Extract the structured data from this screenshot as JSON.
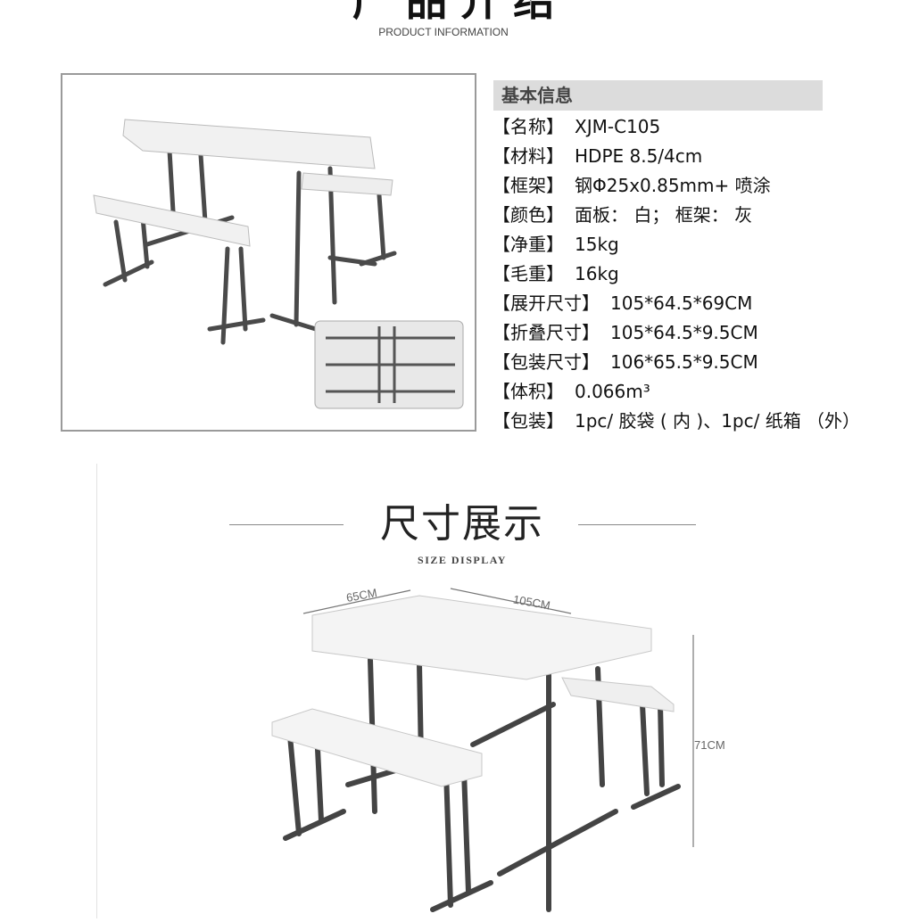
{
  "header": {
    "title": "产品介绍",
    "subtitle": "PRODUCT INFORMATION"
  },
  "spec": {
    "heading": "基本信息",
    "rows": [
      {
        "label": "【名称】",
        "value": "XJM-C105"
      },
      {
        "label": "【材料】",
        "value": "HDPE 8.5/4cm"
      },
      {
        "label": "【框架】",
        "value": "钢Φ25x0.85mm+ 喷涂"
      },
      {
        "label": "【颜色】",
        "value": "面板： 白；  框架： 灰"
      },
      {
        "label": "【净重】",
        "value": "15kg"
      },
      {
        "label": "【毛重】",
        "value": "16kg"
      },
      {
        "label": "【展开尺寸】",
        "value": "105*64.5*69CM"
      },
      {
        "label": "【折叠尺寸】",
        "value": "105*64.5*9.5CM"
      },
      {
        "label": "【包装尺寸】",
        "value": "106*65.5*9.5CM"
      },
      {
        "label": "【体积】",
        "value": "0.066m³"
      },
      {
        "label": "【包装】",
        "value": "1pc/ 胶袋 ( 内 )、1pc/ 纸箱 （外）"
      }
    ]
  },
  "size_section": {
    "title": "尺寸展示",
    "subtitle": "SIZE DISPLAY",
    "width_label": "65CM",
    "length_label": "105CM",
    "height_label": "71CM"
  },
  "colors": {
    "panel": "#f2f2f2",
    "frame": "#555555",
    "header_bg": "#dcdcdc"
  }
}
